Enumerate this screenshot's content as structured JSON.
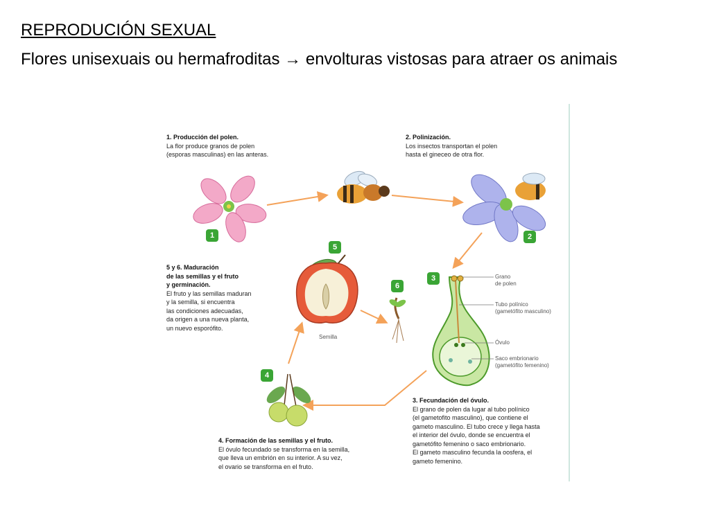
{
  "slide": {
    "title": "REPRODUCIÓN SEXUAL",
    "subtitle": "Flores unisexuais ou hermafroditas → envolturas vistosas para atraer os animais"
  },
  "figure": {
    "steps": [
      {
        "number": "1",
        "heading": "1. Producción del polen.",
        "lines": [
          "La flor produce granos de polen",
          "(esporas masculinas) en las anteras."
        ]
      },
      {
        "number": "2",
        "heading": "2. Polinización.",
        "lines": [
          "Los insectos transportan el polen",
          "hasta el gineceo de otra flor."
        ]
      },
      {
        "number": "3",
        "heading": "3. Fecundación del óvulo.",
        "lines": [
          "El grano de polen da lugar al tubo polínico",
          "(el gametofito masculino), que contiene el",
          "gameto masculino. El tubo crece y llega hasta",
          "el interior del óvulo, donde se encuentra el",
          "gametófito femenino o saco embrionario.",
          "El gameto masculino fecunda la oosfera, el",
          "gameto femenino."
        ]
      },
      {
        "number": "4",
        "heading": "4. Formación de las semillas y el fruto.",
        "lines": [
          "El óvulo fecundado se transforma en la semilla,",
          "que lleva un embrión en su interior. A su vez,",
          "el ovario se transforma en el fruto."
        ]
      },
      {
        "number": "5",
        "heading_lines": [
          "5 y 6. Maduración",
          "de las semillas y el fruto",
          "y germinación."
        ],
        "lines": [
          "El fruto y las semillas maduran",
          "y la semilla, si encuentra",
          "las condiciones adecuadas,",
          "da origen a una nueva planta,",
          "un nuevo esporófito."
        ]
      },
      {
        "number": "6"
      }
    ],
    "labels": {
      "grano": [
        "Grano",
        "de polen"
      ],
      "tubo": [
        "Tubo polínico",
        "(gametófito masculino)"
      ],
      "ovulo": "Óvulo",
      "saco": [
        "Saco embrionario",
        "(gametófito femenino)"
      ],
      "semilla": "Semilla"
    },
    "colors": {
      "badge": "#3aa535",
      "arrow": "#f4a259",
      "pistil_fill": "#c9e7a3",
      "pistil_stroke": "#4c9a2a"
    }
  }
}
